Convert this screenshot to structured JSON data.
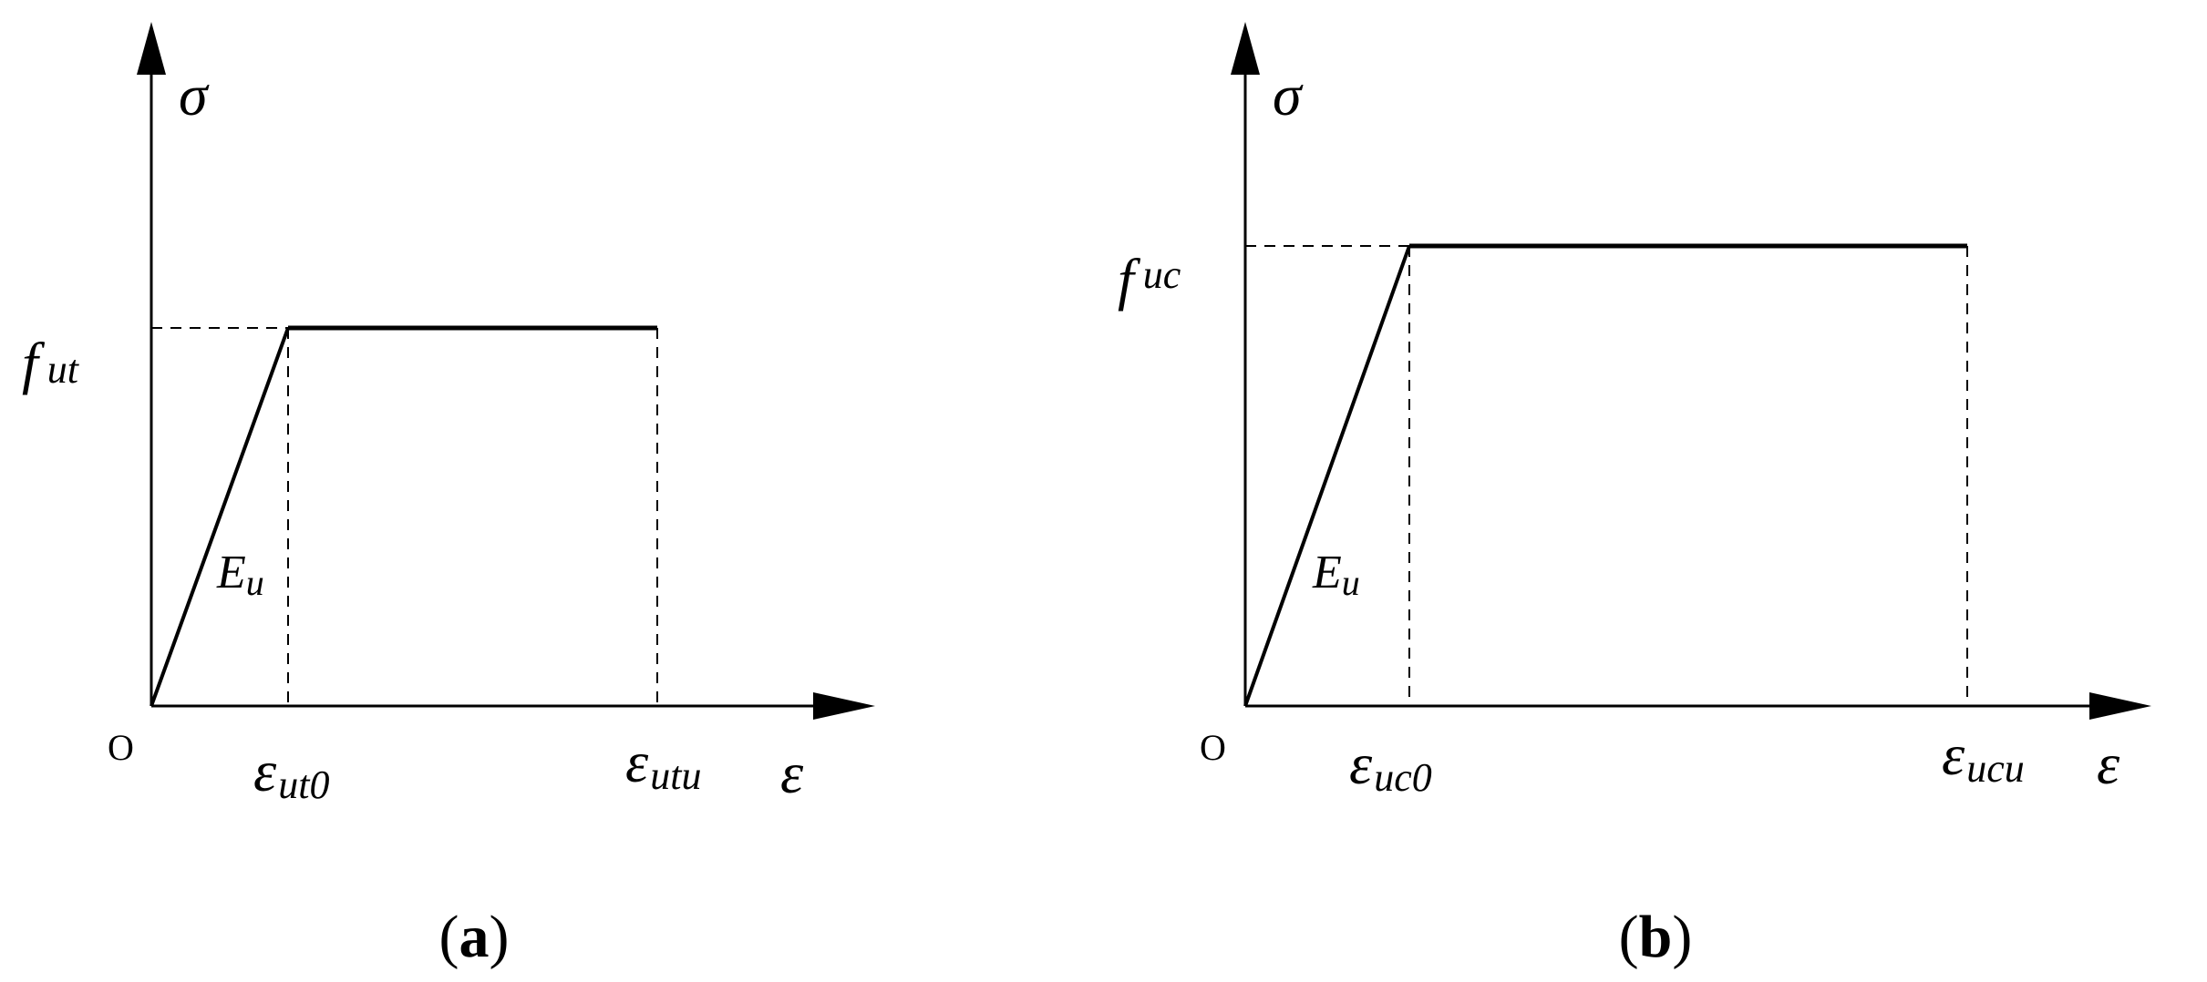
{
  "panels": [
    {
      "id": "a",
      "caption": {
        "open": "(",
        "letter": "a",
        "close": ")"
      },
      "y_axis_label": "σ",
      "x_axis_label": "ε",
      "origin_label": "O",
      "strength_label": {
        "base": "f",
        "sub": "ut"
      },
      "modulus_label": {
        "base": "E",
        "sub": "u"
      },
      "strain_peak_label": {
        "base": "ε",
        "sub": "ut0"
      },
      "strain_ultimate_label": {
        "base": "ε",
        "sub": "utu"
      },
      "curve": {
        "eps_peak": 1.0,
        "eps_ult": 3.7,
        "stress": 1.0
      }
    },
    {
      "id": "b",
      "caption": {
        "open": "(",
        "letter": "b",
        "close": ")"
      },
      "y_axis_label": "σ",
      "x_axis_label": "ε",
      "origin_label": "O",
      "strength_label": {
        "base": "f",
        "sub": "uc"
      },
      "modulus_label": {
        "base": "E",
        "sub": "u"
      },
      "strain_peak_label": {
        "base": "ε",
        "sub": "uc0"
      },
      "strain_ultimate_label": {
        "base": "ε",
        "sub": "ucu"
      },
      "curve": {
        "eps_peak": 1.0,
        "eps_ult": 4.4,
        "stress": 1.0
      }
    }
  ],
  "colors": {
    "line": "#000000",
    "background": "#ffffff"
  }
}
